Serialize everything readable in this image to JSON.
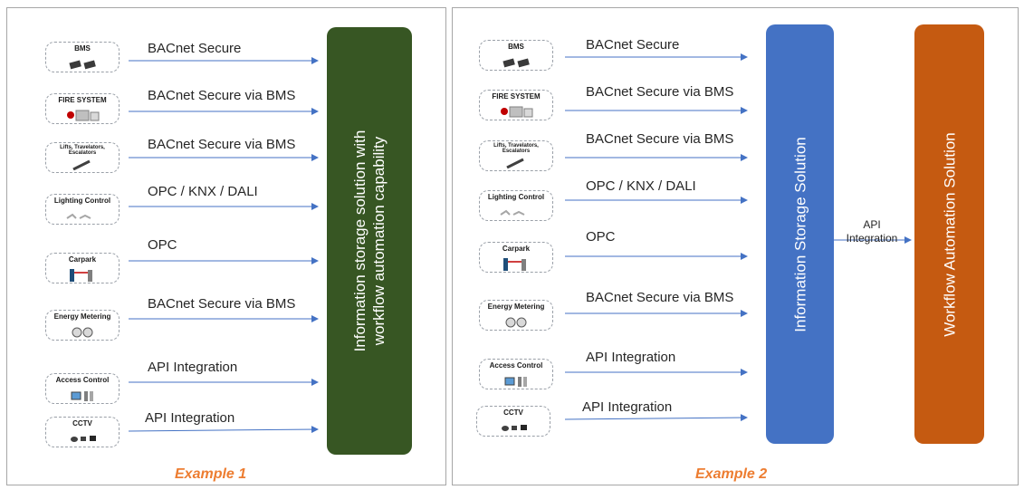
{
  "example1": {
    "caption": "Example 1",
    "box_text_line1": "Information storage solution with",
    "box_text_line2": "workflow automation capability",
    "box_color": "#375623",
    "sources": [
      {
        "name": "BMS",
        "link": "BACnet Secure",
        "icon": "bms-controllers-icon"
      },
      {
        "name": "FIRE SYSTEM",
        "link": "BACnet Secure via BMS",
        "icon": "fire-panel-icon"
      },
      {
        "name": "Lifts, Travelators, Escalators",
        "link": "BACnet Secure via BMS",
        "icon": "escalator-icon"
      },
      {
        "name": "Lighting Control",
        "link": "OPC / KNX / DALI",
        "icon": "lighting-fixture-icon"
      },
      {
        "name": "Carpark",
        "link": "OPC",
        "icon": "barrier-gate-icon"
      },
      {
        "name": "Energy Metering",
        "link": "BACnet Secure via BMS",
        "icon": "energy-meter-icon"
      },
      {
        "name": "Access Control",
        "link": "API Integration",
        "icon": "card-reader-icon"
      },
      {
        "name": "CCTV",
        "link": "API Integration",
        "icon": "cctv-camera-icon"
      }
    ]
  },
  "example2": {
    "caption": "Example 2",
    "storage_text": "Information Storage Solution",
    "storage_color": "#4472c4",
    "workflow_text": "Workflow Automation Solution",
    "workflow_color": "#c55a11",
    "api_label_line1": "API",
    "api_label_line2": "Integration",
    "sources": [
      {
        "name": "BMS",
        "link": "BACnet Secure",
        "icon": "bms-controllers-icon"
      },
      {
        "name": "FIRE SYSTEM",
        "link": "BACnet Secure via BMS",
        "icon": "fire-panel-icon"
      },
      {
        "name": "Lifts, Travelators, Escalators",
        "link": "BACnet Secure via BMS",
        "icon": "escalator-icon"
      },
      {
        "name": "Lighting Control",
        "link": "OPC / KNX / DALI",
        "icon": "lighting-fixture-icon"
      },
      {
        "name": "Carpark",
        "link": "OPC",
        "icon": "barrier-gate-icon"
      },
      {
        "name": "Energy Metering",
        "link": "BACnet Secure via BMS",
        "icon": "energy-meter-icon"
      },
      {
        "name": "Access Control",
        "link": "API Integration",
        "icon": "card-reader-icon"
      },
      {
        "name": "CCTV",
        "link": "API Integration",
        "icon": "cctv-camera-icon"
      }
    ]
  },
  "colors": {
    "arrow": "#4472c4",
    "caption": "#ed7d31"
  }
}
